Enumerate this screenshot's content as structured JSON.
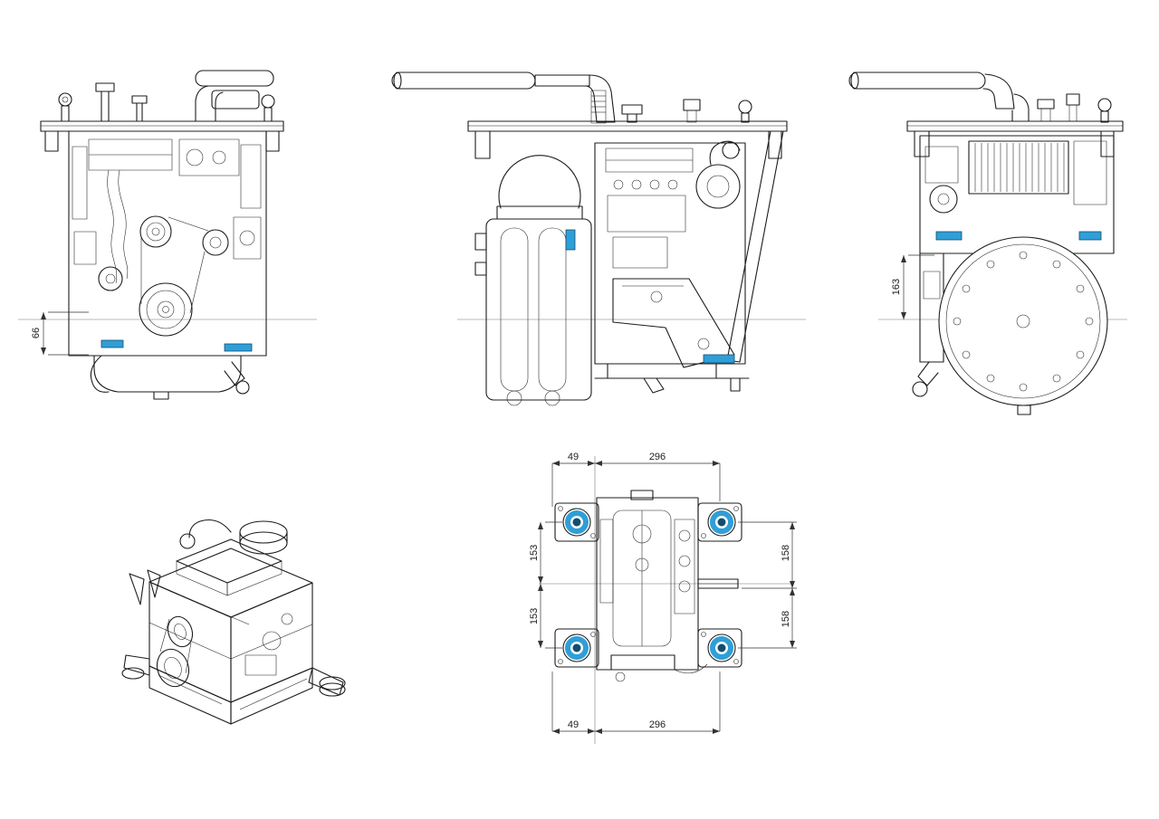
{
  "drawing": {
    "type": "engine-multiview-technical-drawing",
    "background": "#ffffff",
    "line_color": "#1c1c1c",
    "accent_color": "#2f9fd8"
  },
  "views": {
    "front": {
      "name": "front-view",
      "dimensions": {
        "d66": "66"
      }
    },
    "side": {
      "name": "side-view",
      "dimensions": {}
    },
    "rear": {
      "name": "rear-view-flywheel",
      "dimensions": {
        "d163": "163"
      }
    },
    "isometric": {
      "name": "isometric-view",
      "dimensions": {}
    },
    "plan": {
      "name": "top-plan-view",
      "dimensions": {
        "top_offset": "49",
        "top_span": "296",
        "left_upper": "153",
        "left_lower": "153",
        "right_upper": "158",
        "right_lower": "158",
        "bottom_offset": "49",
        "bottom_span": "296"
      }
    }
  }
}
